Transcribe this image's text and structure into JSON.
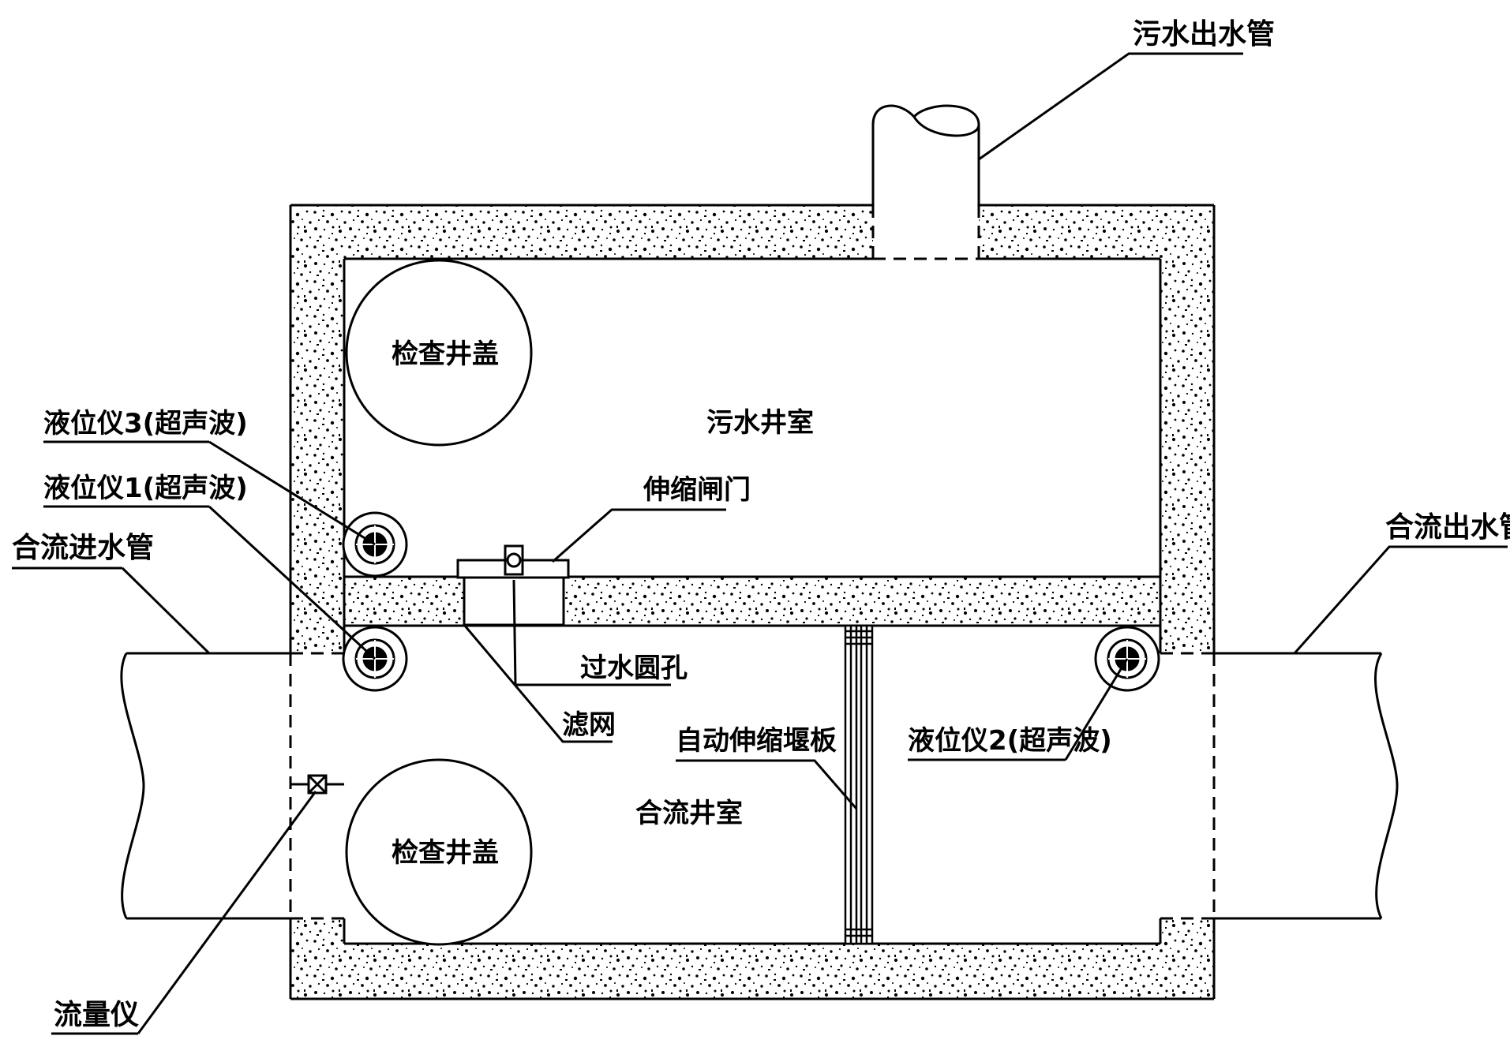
{
  "labels": {
    "sewage_outlet_pipe": "污水出水管",
    "inspection_cover_top": "检查井盖",
    "sewage_chamber": "污水井室",
    "level_meter_3": "液位仪3(超声波)",
    "level_meter_1": "液位仪1(超声波)",
    "combined_inlet_pipe": "合流进水管",
    "telescopic_gate": "伸缩闸门",
    "combined_outlet_pipe": "合流出水管",
    "water_hole": "过水圆孔",
    "filter_screen": "滤网",
    "auto_weir": "自动伸缩堰板",
    "level_meter_2": "液位仪2(超声波)",
    "combined_chamber": "合流井室",
    "inspection_cover_bottom": "检查井盖",
    "flow_meter": "流量仪"
  },
  "colors": {
    "line": "#000000",
    "background": "#ffffff",
    "concrete_fill": "#ffffff",
    "concrete_speckle": "#000000"
  }
}
